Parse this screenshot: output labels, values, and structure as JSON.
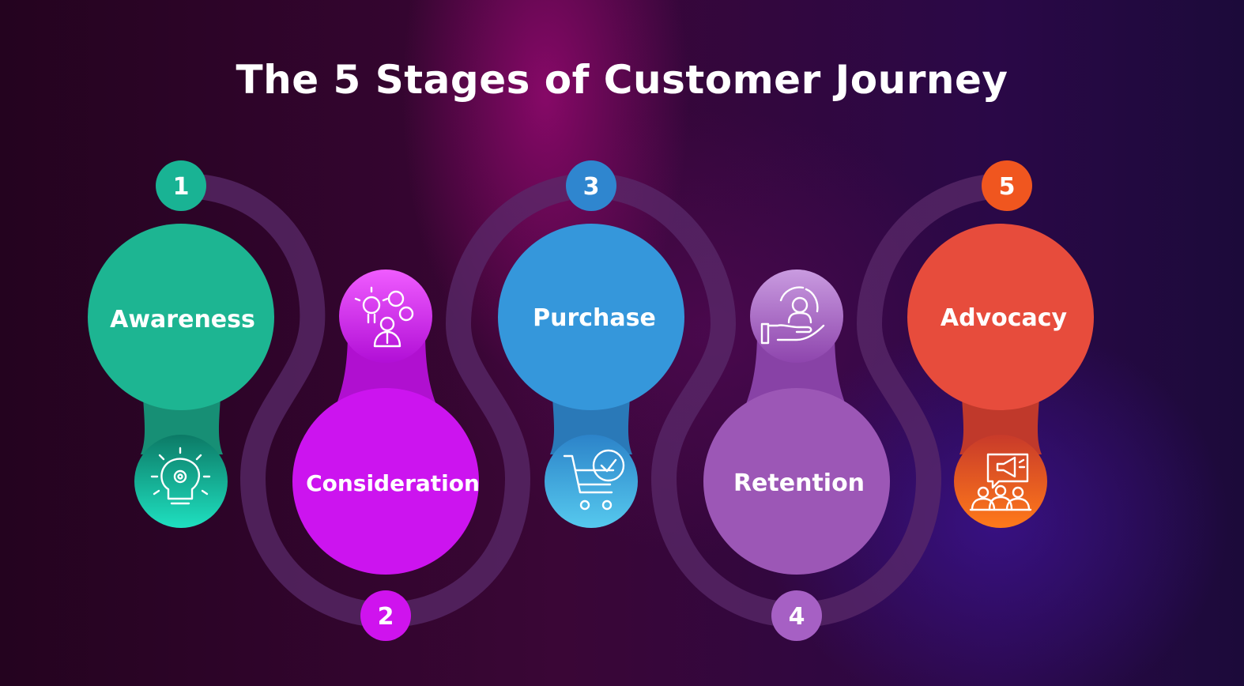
{
  "title": "The 5 Stages of Customer Journey",
  "stages": [
    {
      "number": "1",
      "label": "Awareness",
      "icon": "lightbulb-head-icon",
      "color": "#1db592"
    },
    {
      "number": "2",
      "label": "Consideration",
      "icon": "ideas-questions-icon",
      "color": "#cc14ef"
    },
    {
      "number": "3",
      "label": "Purchase",
      "icon": "cart-check-icon",
      "color": "#3597db"
    },
    {
      "number": "4",
      "label": "Retention",
      "icon": "hand-person-cycle-icon",
      "color": "#9c57b6"
    },
    {
      "number": "5",
      "label": "Advocacy",
      "icon": "megaphone-people-icon",
      "color": "#e74c3c"
    }
  ],
  "colors": {
    "path": "#5a2a6a",
    "stage_1_icon": "#17d1b0",
    "stage_2_icon": "#e33cf7",
    "stage_3_icon": "#46bde6",
    "stage_4_icon": "#b87dd3",
    "stage_5_icon": "#f6641f"
  }
}
